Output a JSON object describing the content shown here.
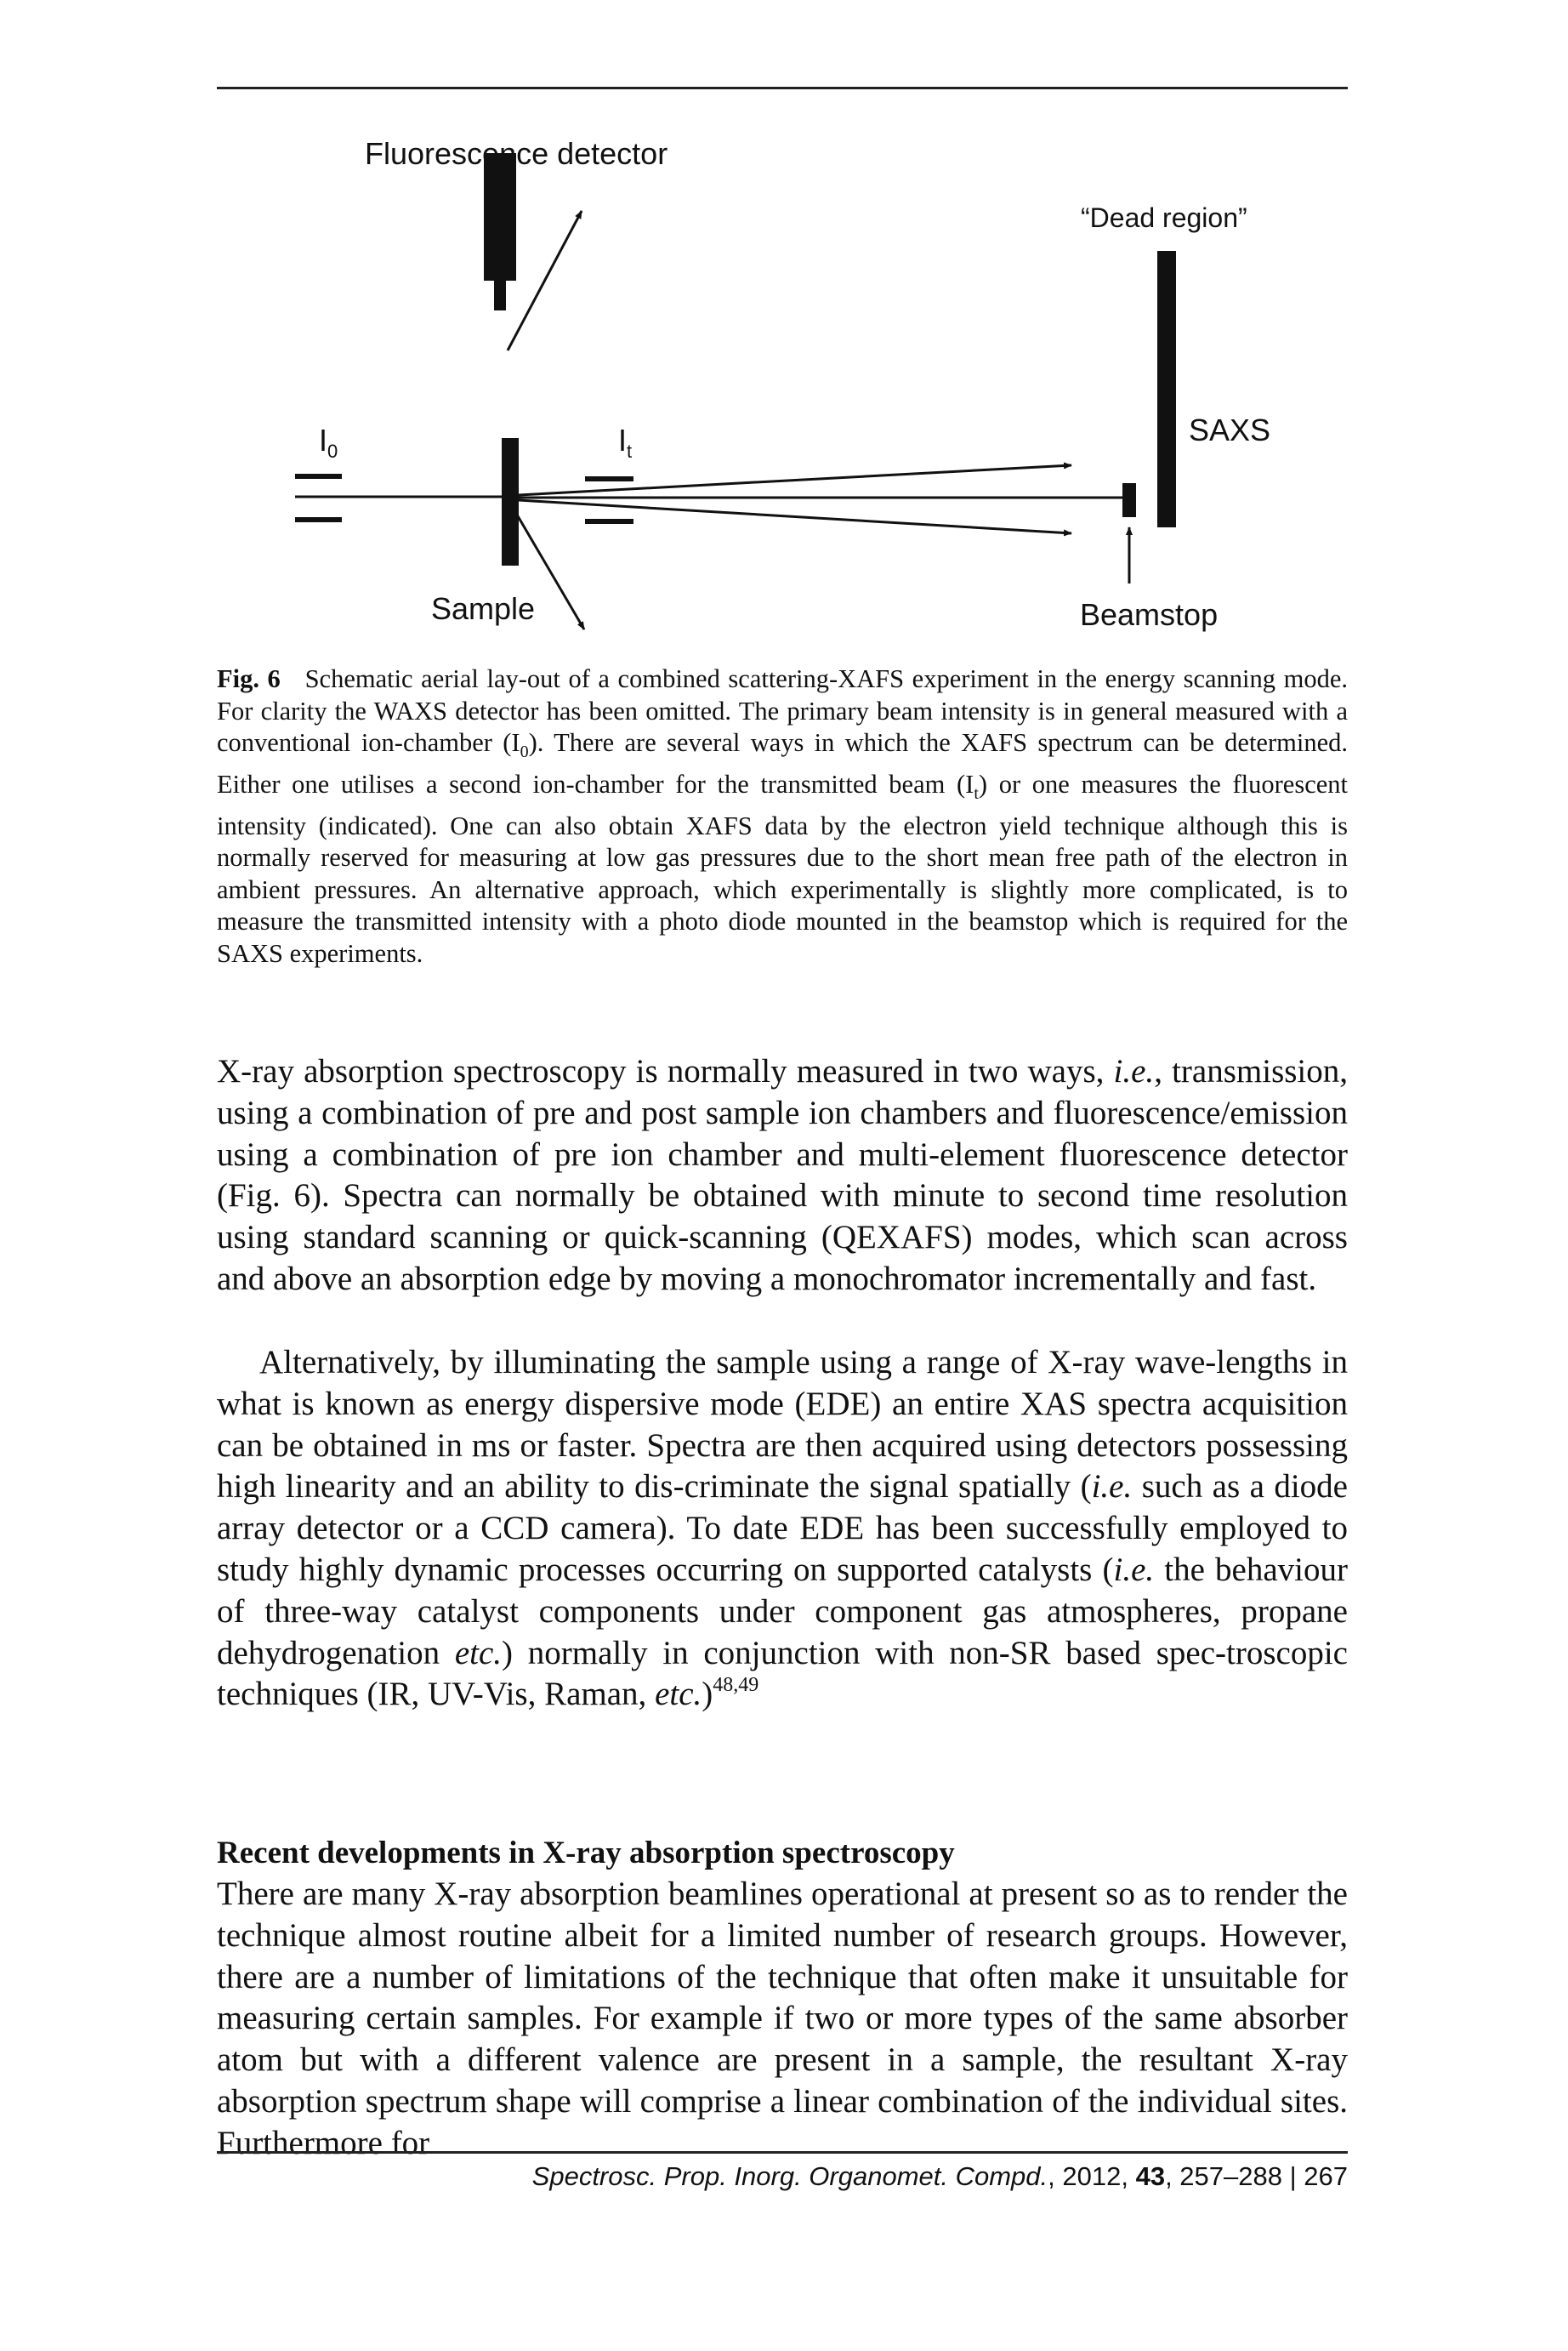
{
  "figure": {
    "labels": {
      "fluorescence_detector": "Fluorescence detector",
      "dead_region": "“Dead region”",
      "i0_main": "I",
      "i0_sub": "0",
      "it_main": "I",
      "it_sub": "t",
      "saxs": "SAXS",
      "sample": "Sample",
      "beamstop": "Beamstop"
    }
  },
  "caption": {
    "label": "Fig. 6",
    "t1": "Schematic aerial lay-out of a combined scattering-XAFS experiment in the energy scanning mode. For clarity the WAXS detector has been omitted. The primary beam intensity is in general measured with a conventional ion-chamber (I",
    "s1": "0",
    "t2": "). There are several ways in which the XAFS spectrum can be determined. Either one utilises a second ion-chamber for the transmitted beam (I",
    "s2": "t",
    "t3": ") or one measures the fluorescent intensity (indicated). One can also obtain XAFS data by the electron yield technique although this is normally reserved for measuring at low gas pressures due to the short mean free path of the electron in ambient pressures. An alternative approach, which experimentally is slightly more complicated, is to measure the transmitted intensity with a photo diode mounted in the beamstop which is required for the SAXS experiments."
  },
  "para1": {
    "a": "X-ray absorption spectroscopy is normally measured in two ways, ",
    "ie": "i.e.",
    "b": ", transmission, using a combination of pre and post sample ion chambers and fluorescence/emission using a combination of pre ion chamber and multi-element fluorescence detector (Fig. 6). Spectra can normally be obtained with minute to second time resolution using standard scanning or quick-scanning (QEXAFS) modes, which scan across and above an absorption edge by moving a monochromator incrementally and fast."
  },
  "para2": {
    "a": "Alternatively, by illuminating the sample using a range of X-ray wave-lengths in what is known as energy dispersive mode (EDE) an entire XAS spectra acquisition can be obtained in ms or faster. Spectra are then acquired using detectors possessing high linearity and an ability to dis-criminate the signal spatially (",
    "ie1": "i.e.",
    "b": " such as a diode array detector or a CCD camera). To date EDE has been successfully employed to study highly dynamic processes occurring on supported catalysts (",
    "ie2": "i.e.",
    "c": " the behaviour of three-way catalyst components under component gas atmospheres, propane dehydrogenation ",
    "etc1": "etc.",
    "d": ") normally in conjunction with non-SR based spec-troscopic techniques (IR, UV-Vis, Raman, ",
    "etc2": "etc.",
    "e": ")",
    "ref": "48,49"
  },
  "section": {
    "heading": "Recent developments in X-ray absorption spectroscopy",
    "text": "There are many X-ray absorption beamlines operational at present so as to render the technique almost routine albeit for a limited number of research groups. However, there are a number of limitations of the technique that often make it unsuitable for measuring certain samples. For example if two or more types of the same absorber atom but with a different valence are present in a sample, the resultant X-ray absorption spectrum shape will comprise a linear combination of the individual sites. Furthermore for"
  },
  "footer": {
    "journal": "Spectrosc. Prop. Inorg. Organomet. Compd.",
    "year": ", 2012, ",
    "volume": "43",
    "pages": ", 257–288",
    "separator": " | ",
    "page_number": "267"
  }
}
